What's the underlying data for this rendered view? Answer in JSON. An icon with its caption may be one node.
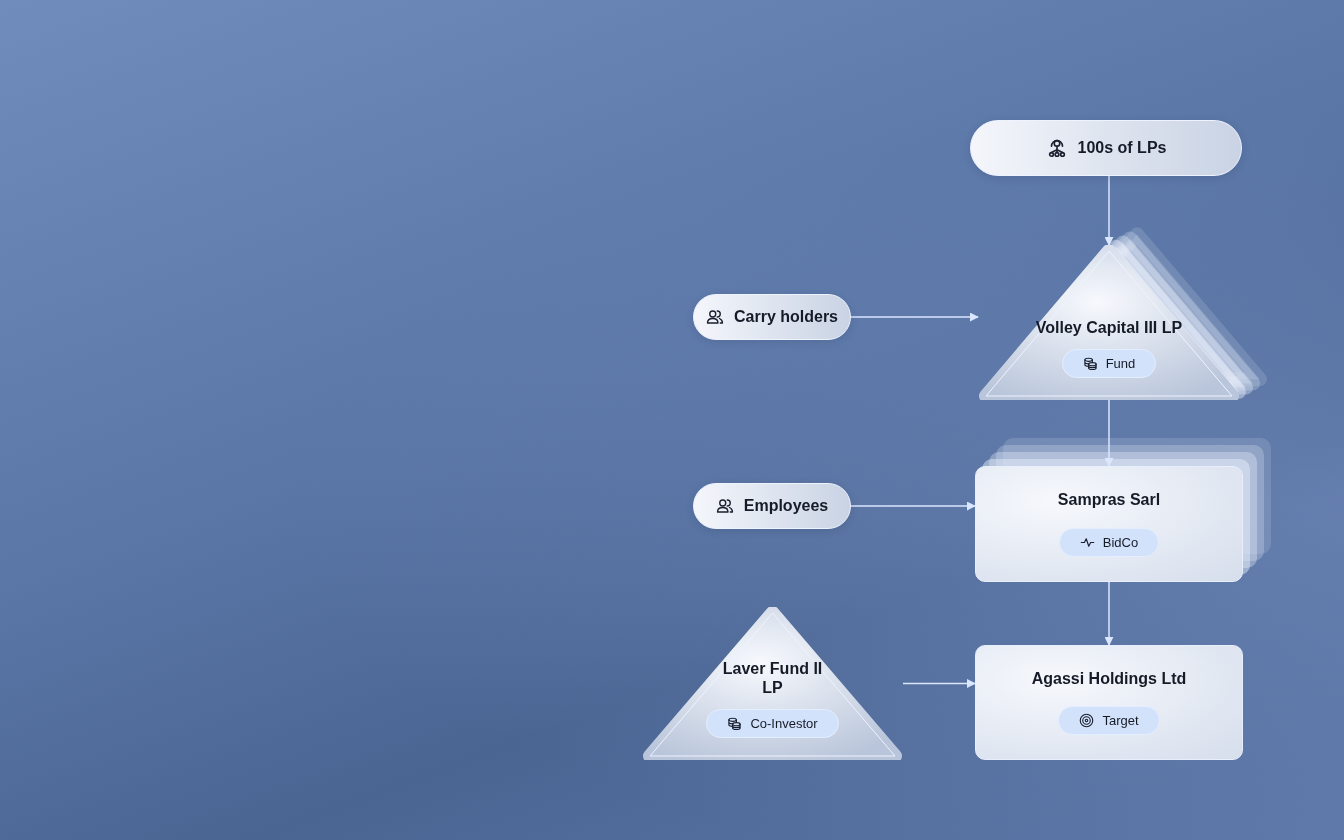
{
  "diagram": {
    "nodes": [
      {
        "text": [
          "100s of LPs"
        ]
      },
      {
        "text": [
          "Carry holders"
        ]
      },
      {
        "text": [
          "Volley Capital III LP",
          "Fund"
        ]
      },
      {
        "text": [
          "Employees"
        ]
      },
      {
        "text": [
          "Sampras Sarl",
          "BidCo"
        ]
      },
      {
        "text": [
          "Laver Fund II LP",
          "Co-Investor"
        ]
      },
      {
        "text": [
          "Agassi Holdings Ltd",
          "Target"
        ]
      }
    ],
    "edges": [
      {
        "from": 0,
        "to": 2,
        "arrow": "to"
      },
      {
        "from": 1,
        "to": 2,
        "arrow": "to"
      },
      {
        "from": 2,
        "to": 4,
        "arrow": "to"
      },
      {
        "from": 3,
        "to": 4,
        "arrow": "to"
      },
      {
        "from": 4,
        "to": 6,
        "arrow": "to"
      },
      {
        "from": 5,
        "to": 6,
        "arrow": "to"
      }
    ]
  }
}
